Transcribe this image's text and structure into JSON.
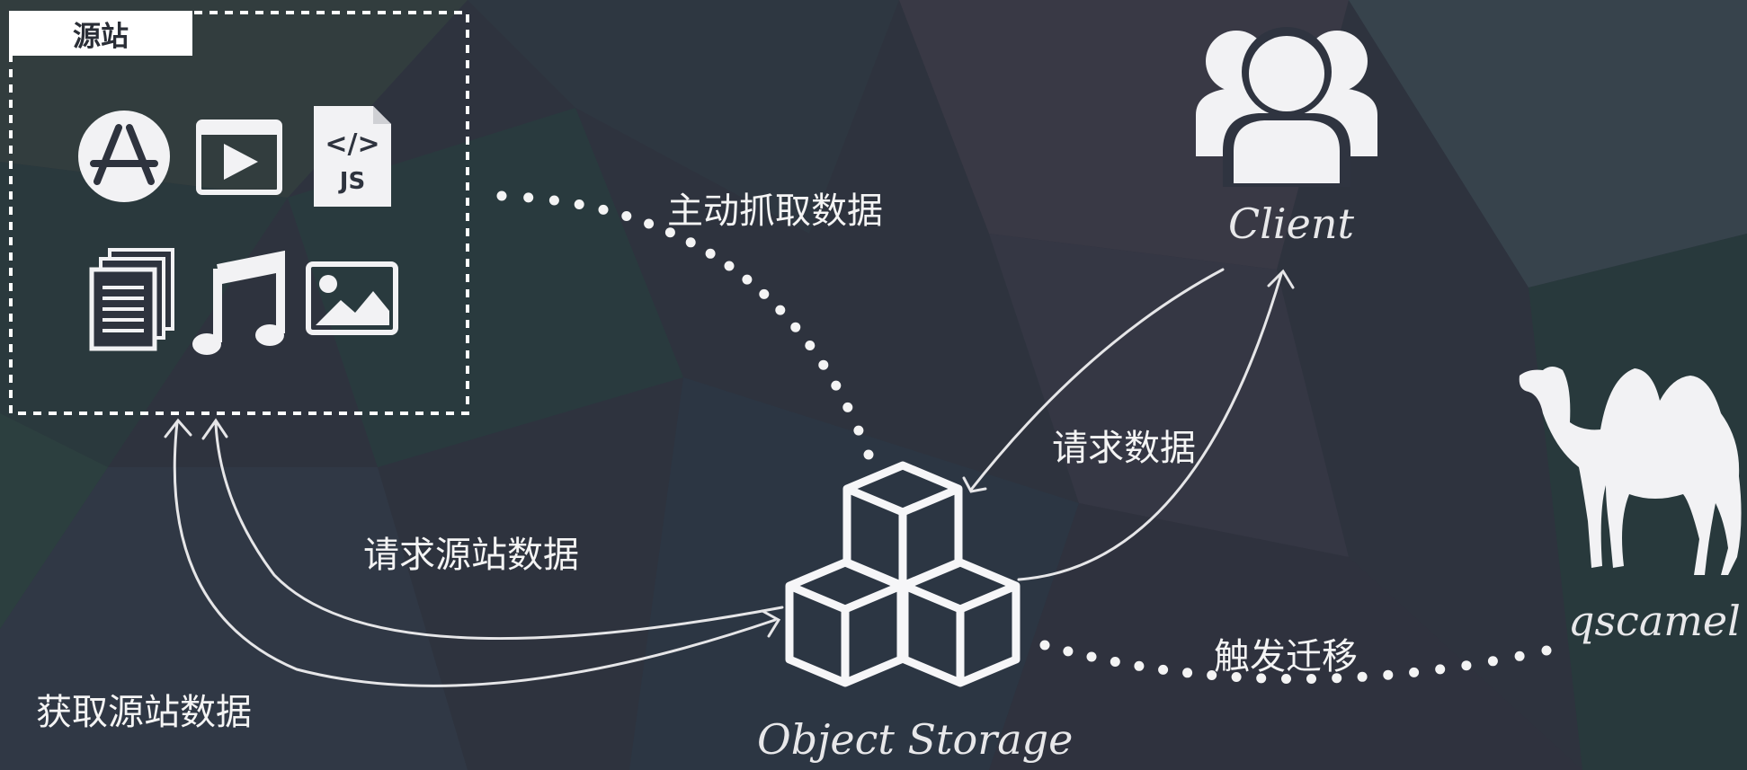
{
  "origin": {
    "tag": "源站"
  },
  "labels": {
    "client": "Client",
    "storage": "Object Storage",
    "mascot": "qscamel",
    "active_fetch": "主动抓取数据",
    "request_data": "请求数据",
    "request_origin": "请求源站数据",
    "fetch_origin": "获取源站数据",
    "trigger_migration": "触发迁移"
  },
  "colors": {
    "background": "#2f3440",
    "foreground": "#f2f2f4",
    "tag_background": "#ffffff"
  },
  "icons": [
    "app-store-icon",
    "video-player-icon",
    "js-file-icon",
    "documents-icon",
    "music-note-icon",
    "image-icon",
    "users-icon",
    "cubes-storage-icon",
    "camel-icon"
  ]
}
